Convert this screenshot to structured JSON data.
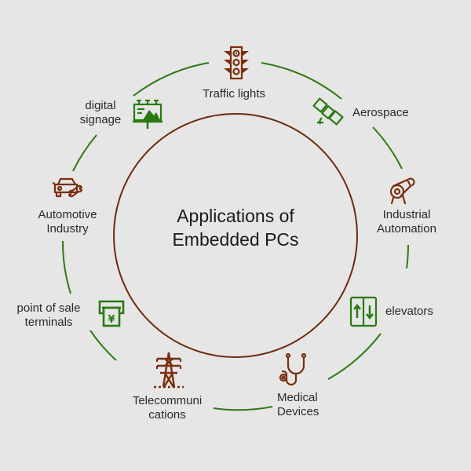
{
  "colors": {
    "background": "#e6e6e6",
    "outer_ring": "#2f7a12",
    "inner_ring": "#6e2a0c",
    "icon_brown": "#7a2e0e",
    "icon_green": "#2a7a12",
    "text": "#2a2a2a"
  },
  "center": {
    "title_line1": "Applications of",
    "title_line2": "Embedded PCs"
  },
  "nodes": [
    {
      "id": "traffic",
      "label_lines": [
        "Traffic lights"
      ],
      "icon": "traffic-light-icon",
      "icon_color": "brown"
    },
    {
      "id": "aerospace",
      "label_lines": [
        "Aerospace"
      ],
      "icon": "satellite-icon",
      "icon_color": "green"
    },
    {
      "id": "industrial",
      "label_lines": [
        "Industrial",
        "Automation"
      ],
      "icon": "robot-arm-icon",
      "icon_color": "brown"
    },
    {
      "id": "elevators",
      "label_lines": [
        "elevators"
      ],
      "icon": "elevator-icon",
      "icon_color": "green"
    },
    {
      "id": "medical",
      "label_lines": [
        "Medical",
        "Devices"
      ],
      "icon": "stethoscope-icon",
      "icon_color": "brown"
    },
    {
      "id": "telecom",
      "label_lines": [
        "Telecommuni",
        "cations"
      ],
      "icon": "transmission-tower-icon",
      "icon_color": "brown"
    },
    {
      "id": "pos",
      "label_lines": [
        "point of sale",
        "terminals"
      ],
      "icon": "pos-terminal-icon",
      "icon_color": "green"
    },
    {
      "id": "automotive",
      "label_lines": [
        "Automotive",
        "Industry"
      ],
      "icon": "car-wrench-icon",
      "icon_color": "brown"
    },
    {
      "id": "signage",
      "label_lines": [
        "digital",
        "signage"
      ],
      "icon": "billboard-icon",
      "icon_color": "green"
    }
  ]
}
